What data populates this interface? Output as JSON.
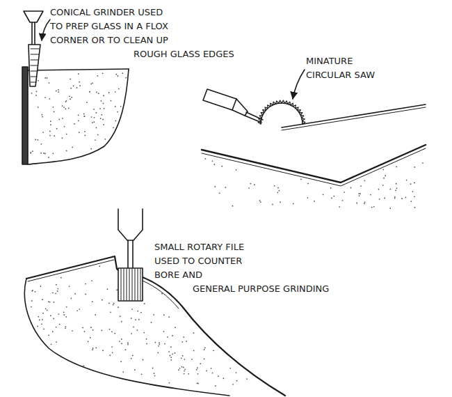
{
  "diagram": {
    "labels": [
      "CONICAL GRINDER USED TO PREP GLASS IN A FLOX CORNER OR TO CLEAN UP ROUGH GLASS EDGES",
      "MINATURE CIRCULAR SAW",
      "SMALL ROTARY FILE USED TO COUNTER BORE AND GENERAL PURPOSE GRINDING"
    ]
  }
}
